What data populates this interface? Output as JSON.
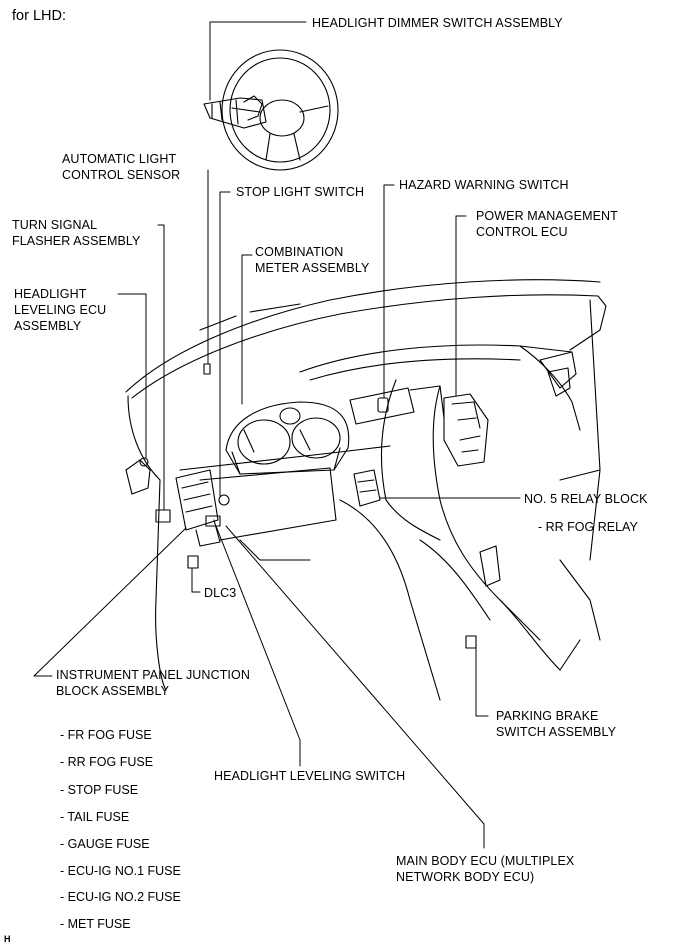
{
  "header": "for LHD:",
  "corner_mark": "H",
  "labels": {
    "headlight_dimmer": "HEADLIGHT DIMMER SWITCH ASSEMBLY",
    "auto_light_sensor": "AUTOMATIC LIGHT\nCONTROL SENSOR",
    "stop_light_switch": "STOP LIGHT SWITCH",
    "hazard_switch": "HAZARD WARNING SWITCH",
    "power_mgmt_ecu": "POWER MANAGEMENT\nCONTROL ECU",
    "turn_signal_flasher": "TURN SIGNAL\nFLASHER ASSEMBLY",
    "combination_meter": "COMBINATION\nMETER ASSEMBLY",
    "headlight_leveling_ecu": "HEADLIGHT\nLEVELING ECU\nASSEMBLY",
    "relay_block": "NO. 5 RELAY BLOCK",
    "rr_fog_relay": "- RR FOG RELAY",
    "dlc3": "DLC3",
    "ip_junction_block": "INSTRUMENT PANEL JUNCTION\nBLOCK ASSEMBLY",
    "parking_brake": "PARKING BRAKE\nSWITCH ASSEMBLY",
    "headlight_leveling_switch": "HEADLIGHT LEVELING SWITCH",
    "main_body_ecu": "MAIN BODY ECU (MULTIPLEX\nNETWORK BODY ECU)"
  },
  "fuses": [
    "- FR FOG FUSE",
    "- RR FOG FUSE",
    "- STOP FUSE",
    "- TAIL FUSE",
    "- GAUGE FUSE",
    "- ECU-IG NO.1 FUSE",
    "- ECU-IG NO.2 FUSE",
    "- MET FUSE"
  ]
}
